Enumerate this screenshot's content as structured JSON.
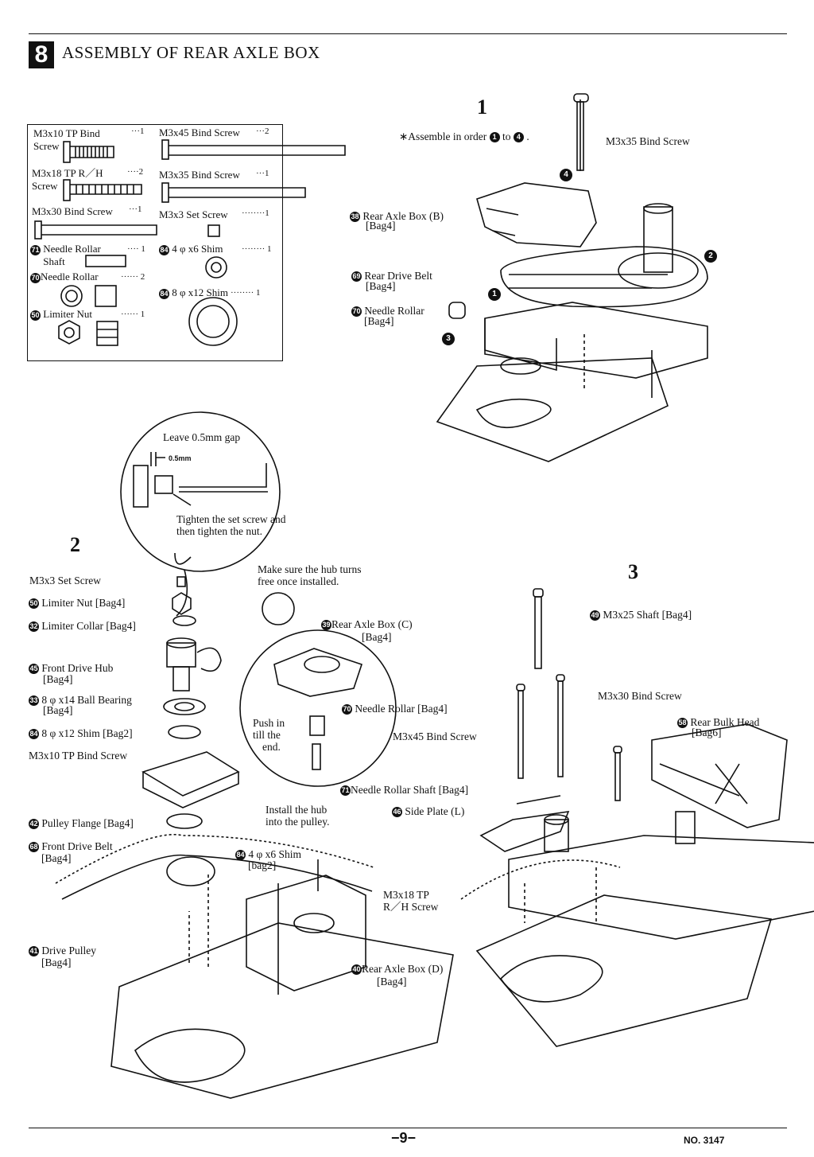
{
  "header": {
    "section_number": "8",
    "title": "ASSEMBLY OF REAR AXLE BOX"
  },
  "parts": [
    {
      "name": "M3x10 TP Bind Screw",
      "qty": "···1"
    },
    {
      "name": "M3x45 Bind Screw",
      "qty": "···2"
    },
    {
      "name": "M3x18 TP R／H Screw",
      "qty": "····2"
    },
    {
      "name": "M3x35 Bind Screw",
      "qty": "···1"
    },
    {
      "name": "M3x30 Bind Screw",
      "qty": "···1"
    },
    {
      "name": "M3x3 Set Screw",
      "qty": "········1"
    },
    {
      "name": "Needle Rollar Shaft",
      "qty": "···· 1",
      "num": "71"
    },
    {
      "name": "4 φ x6 Shim",
      "qty": "········ 1",
      "num": "84"
    },
    {
      "name": "Needle Rollar",
      "qty": "······ 2",
      "num": "70"
    },
    {
      "name": "8 φ x12 Shim",
      "qty": "········ 1",
      "num": "84"
    },
    {
      "name": "Limiter Nut",
      "qty": "······ 1",
      "num": "50"
    }
  ],
  "step1": {
    "number": "1",
    "note_prefix": "∗Assemble in order",
    "note_mid": "to",
    "note_suffix": ".",
    "mark_first": "1",
    "mark_last": "4",
    "marks": [
      "1",
      "2",
      "3",
      "4"
    ],
    "labels": {
      "bind_screw": "M3x35 Bind Screw",
      "rear_axle_box_b": "Rear Axle Box (B)",
      "rear_axle_box_b_bag": "[Bag4]",
      "rear_axle_box_b_num": "38",
      "rear_drive_belt": "Rear Drive Belt",
      "rear_drive_belt_bag": "[Bag4]",
      "rear_drive_belt_num": "69",
      "needle_rollar": "Needle Rollar",
      "needle_rollar_bag": "[Bag4]",
      "needle_rollar_num": "70"
    }
  },
  "gap_detail": {
    "title": "Leave 0.5mm gap",
    "dim": "0.5mm",
    "note_line1": "Tighten the set screw and",
    "note_line2": "then tighten the nut."
  },
  "step2": {
    "number": "2",
    "hub_note_line1": "Make sure the hub turns",
    "hub_note_line2": "free once installed.",
    "labels": [
      {
        "num": "",
        "text": "M3x3 Set Screw",
        "bag": ""
      },
      {
        "num": "50",
        "text": "Limiter Nut [Bag4]",
        "bag": ""
      },
      {
        "num": "32",
        "text": "Limiter Collar [Bag4]",
        "bag": ""
      },
      {
        "num": "45",
        "text": "Front Drive Hub",
        "bag": "[Bag4]"
      },
      {
        "num": "33",
        "text": "8 φ x14 Ball Bearing",
        "bag": "[Bag4]"
      },
      {
        "num": "84",
        "text": "8 φ x12 Shim [Bag2]",
        "bag": ""
      },
      {
        "num": "",
        "text": "M3x10 TP Bind Screw",
        "bag": ""
      },
      {
        "num": "42",
        "text": "Pulley Flange [Bag4]",
        "bag": ""
      },
      {
        "num": "68",
        "text": "Front Drive Belt",
        "bag": "[Bag4]"
      },
      {
        "num": "41",
        "text": "Drive Pulley",
        "bag": "[Bag4]"
      }
    ],
    "inset": {
      "rear_axle_box_c_num": "39",
      "rear_axle_box_c": "Rear Axle Box (C)",
      "rear_axle_box_c_bag": "[Bag4]",
      "needle_rollar_num": "70",
      "needle_rollar": "Needle Rollar [Bag4]",
      "push_line1": "Push in",
      "push_line2": "till the",
      "push_line3": "end.",
      "shaft_num": "71",
      "shaft": "Needle Rollar Shaft [Bag4]"
    },
    "install_line1": "Install the hub",
    "install_line2": "into the pulley.",
    "shim_num": "84",
    "shim": "4 φ x6 Shim",
    "shim_bag": "[bag2]",
    "tp_line1": "M3x18 TP",
    "tp_line2": "R／H Screw",
    "rear_axle_box_d_num": "40",
    "rear_axle_box_d": "Rear Axle Box (D)",
    "rear_axle_box_d_bag": "[Bag4]"
  },
  "step3": {
    "number": "3",
    "shaft_num": "49",
    "shaft": "M3x25 Shaft [Bag4]",
    "bind30": "M3x30 Bind Screw",
    "bulk_num": "58",
    "bulk": "Rear Bulk Head",
    "bulk_bag": "[Bag6]",
    "bind45": "M3x45 Bind Screw",
    "side_num": "46",
    "side": "Side Plate (L)"
  },
  "footer": {
    "page": "−9−",
    "doc": "NO. 3147"
  }
}
